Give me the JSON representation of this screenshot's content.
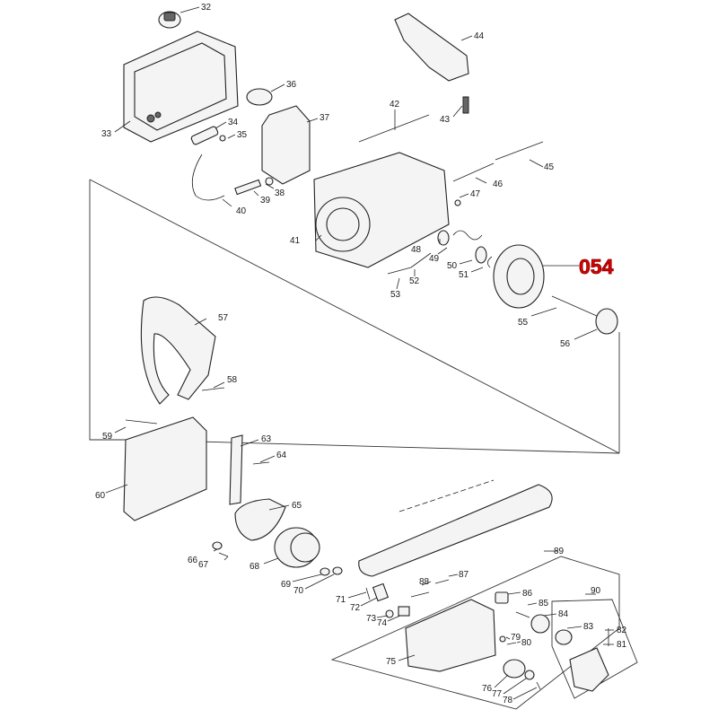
{
  "highlight": {
    "label": "054",
    "color": "#e00000"
  },
  "parts": [
    "32",
    "33",
    "34",
    "35",
    "36",
    "37",
    "38",
    "39",
    "40",
    "41",
    "42",
    "43",
    "44",
    "45",
    "46",
    "47",
    "48",
    "49",
    "50",
    "51",
    "52",
    "53",
    "55",
    "56",
    "57",
    "58",
    "59",
    "60",
    "63",
    "64",
    "65",
    "66",
    "67",
    "68",
    "69",
    "70",
    "71",
    "72",
    "73",
    "74",
    "75",
    "76",
    "77",
    "78",
    "79",
    "80",
    "81",
    "82",
    "83",
    "84",
    "85",
    "86",
    "87",
    "88",
    "89",
    "90"
  ]
}
